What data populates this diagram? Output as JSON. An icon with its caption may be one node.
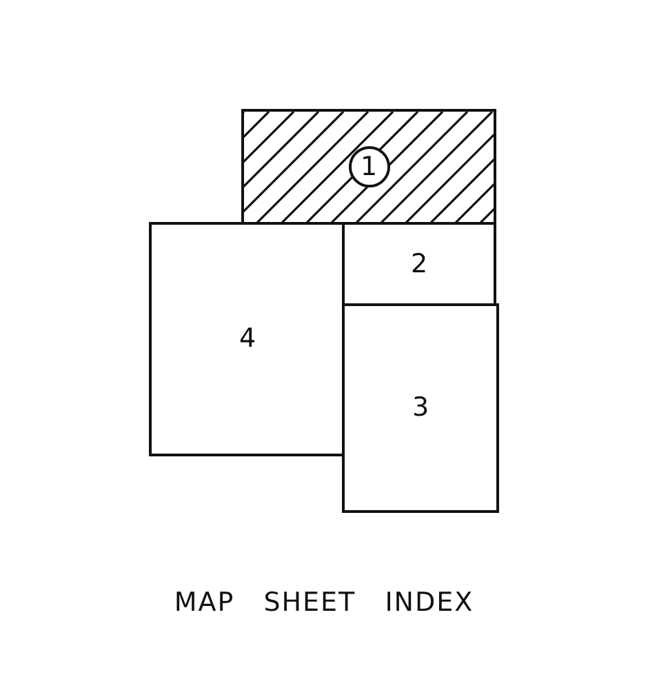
{
  "diagram": {
    "caption": "MAP SHEET INDEX",
    "nodes": [
      {
        "text": [
          "1"
        ]
      },
      {
        "text": [
          "4"
        ]
      },
      {
        "text": [
          "2"
        ]
      },
      {
        "text": [
          "3"
        ]
      }
    ]
  }
}
